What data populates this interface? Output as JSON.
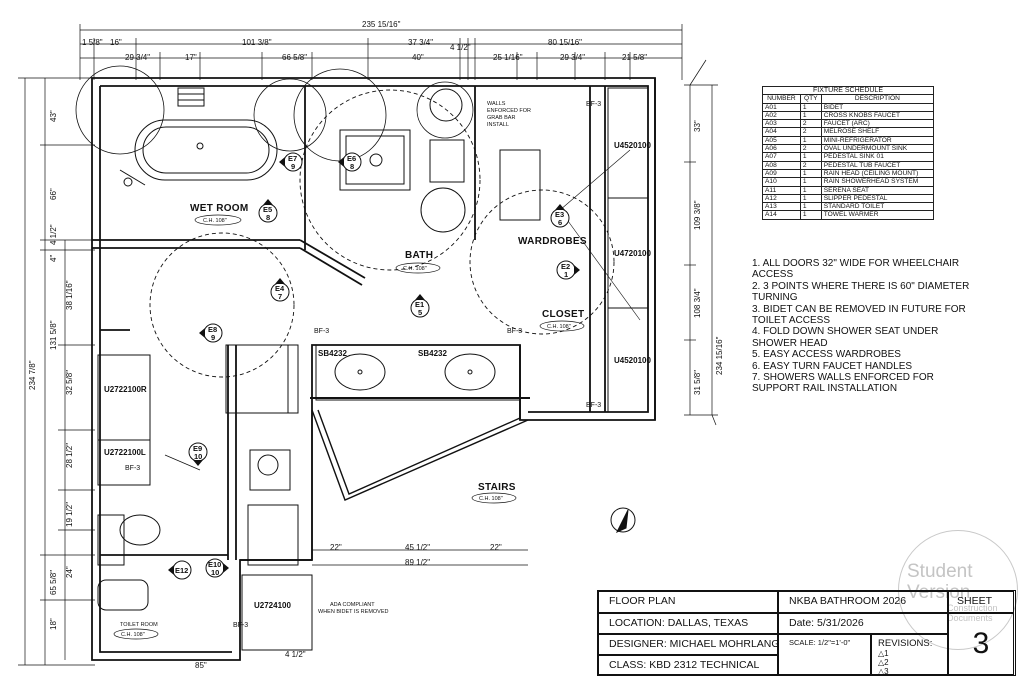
{
  "dimensions": {
    "overall_width": "235 15/16\"",
    "top": [
      "1 5/8\"",
      "16\"",
      "101 3/8\"",
      "37 3/4\"",
      "4 1/2\"",
      "80 15/16\""
    ],
    "top_second": [
      "29 3/4\"",
      "17\"",
      "66 5/8\"",
      "40\"",
      "25 1/16\"",
      "29 3/4\"",
      "21 5/8\""
    ],
    "left_outer": "234 7/8\"",
    "left_mid": [
      "43\"",
      "66\"",
      "4 1/2\"",
      "131 5/8\"",
      "4\"",
      "65 5/8\"",
      "18\""
    ],
    "left_inner": [
      "38 1/16\"",
      "32 5/8\"",
      "28 1/2\"",
      "19 1/2\"",
      "24\""
    ],
    "right_a": [
      "33\"",
      "109 3/8\"",
      "108 3/4\"",
      "31 5/8\""
    ],
    "right_b": "234 15/16\"",
    "stairs": [
      "22\"",
      "45 1/2\"",
      "22\"",
      "89 1/2\""
    ],
    "bottom": [
      "85\"",
      "4 1/2\""
    ]
  },
  "rooms": {
    "wet_room": "WET ROOM",
    "wet_room_ch": "C.H. 108\"",
    "bath": "BATH",
    "bath_ch": "C.H. 108\"",
    "wardrobes": "WARDROBES",
    "closet": "CLOSET",
    "closet_ch": "C.H. 108\"",
    "stairs": "STAIRS",
    "stairs_ch": "C.H. 108\"",
    "toilet_room": "TOILET ROOM",
    "toilet_room_ch": "C.H. 108\""
  },
  "cabinets": {
    "u1": "U4520100",
    "u2": "U4720100",
    "u3": "U4520100",
    "u4": "U2722100R",
    "u5": "U2722100L",
    "u6": "U2724100",
    "sb1": "SB4232",
    "sb2": "SB4232",
    "bf": "BF-3"
  },
  "annotations": {
    "walls": [
      "WALLS",
      "ENFORCED FOR",
      "GRAB BAR",
      "INSTALL"
    ],
    "ada": [
      "ADA COMPLIANT",
      "WHEN BIDET IS REMOVED"
    ]
  },
  "elevation_tags": [
    {
      "id": "E1",
      "n": "5"
    },
    {
      "id": "E2",
      "n": "1"
    },
    {
      "id": "E3",
      "n": "6"
    },
    {
      "id": "E4",
      "n": "7"
    },
    {
      "id": "E5",
      "n": "8"
    },
    {
      "id": "E6",
      "n": "8"
    },
    {
      "id": "E7",
      "n": "9"
    },
    {
      "id": "E8",
      "n": "9"
    },
    {
      "id": "E9",
      "n": "10"
    },
    {
      "id": "E10",
      "n": "10"
    },
    {
      "id": "E12",
      "n": ""
    }
  ],
  "schedule": {
    "title": "FIXTURE SCHEDULE",
    "headers": [
      "NUMBER",
      "QTY",
      "DESCRIPTION"
    ],
    "rows": [
      [
        "A01",
        "1",
        "BIDET"
      ],
      [
        "A02",
        "1",
        "CROSS KNOBS FAUCET"
      ],
      [
        "A03",
        "2",
        "FAUCET (ARC)"
      ],
      [
        "A04",
        "2",
        "MELROSE SHELF"
      ],
      [
        "A05",
        "1",
        "MINI-REFRIGERATOR"
      ],
      [
        "A06",
        "2",
        "OVAL UNDERMOUNT SINK"
      ],
      [
        "A07",
        "1",
        "PEDESTAL SINK 01"
      ],
      [
        "A08",
        "2",
        "PEDESTAL TUB FAUCET"
      ],
      [
        "A09",
        "1",
        "RAIN HEAD (CEILING MOUNT)"
      ],
      [
        "A10",
        "1",
        "RAIN SHOWERHEAD SYSTEM"
      ],
      [
        "A11",
        "1",
        "SERENA SEAT"
      ],
      [
        "A12",
        "1",
        "SLIPPER PEDESTAL"
      ],
      [
        "A13",
        "1",
        "STANDARD TOILET"
      ],
      [
        "A14",
        "1",
        "TOWEL WARMER"
      ]
    ]
  },
  "notes": [
    "1. ALL DOORS 32\" WIDE FOR WHEELCHAIR ACCESS",
    "2. 3 POINTS WHERE THERE IS 60\" DIAMETER TURNING",
    "3. BIDET CAN BE REMOVED IN FUTURE FOR TOILET ACCESS",
    "4. FOLD DOWN SHOWER SEAT UNDER SHOWER HEAD",
    "5. EASY ACCESS WARDROBES",
    "6. EASY TURN FAUCET HANDLES",
    "7. SHOWERS WALLS ENFORCED FOR SUPPORT RAIL INSTALLATION"
  ],
  "title_block": {
    "floor_plan": "FLOOR PLAN",
    "location": "LOCATION: DALLAS, TEXAS",
    "designer": "DESIGNER: MICHAEL MOHRLANG",
    "class": "CLASS: KBD 2312 TECHNICAL",
    "project": "NKBA BATHROOM 2026",
    "date": "Date: 5/31/2026",
    "scale": "SCALE: 1/2\"=1'-0\"",
    "revisions": "REVISIONS:",
    "rev_marks": [
      "1",
      "2",
      "3"
    ],
    "sheet_label": "SHEET",
    "sheet_number": "3"
  },
  "watermark": [
    "Student",
    "Version",
    "Construction",
    "Documents"
  ]
}
